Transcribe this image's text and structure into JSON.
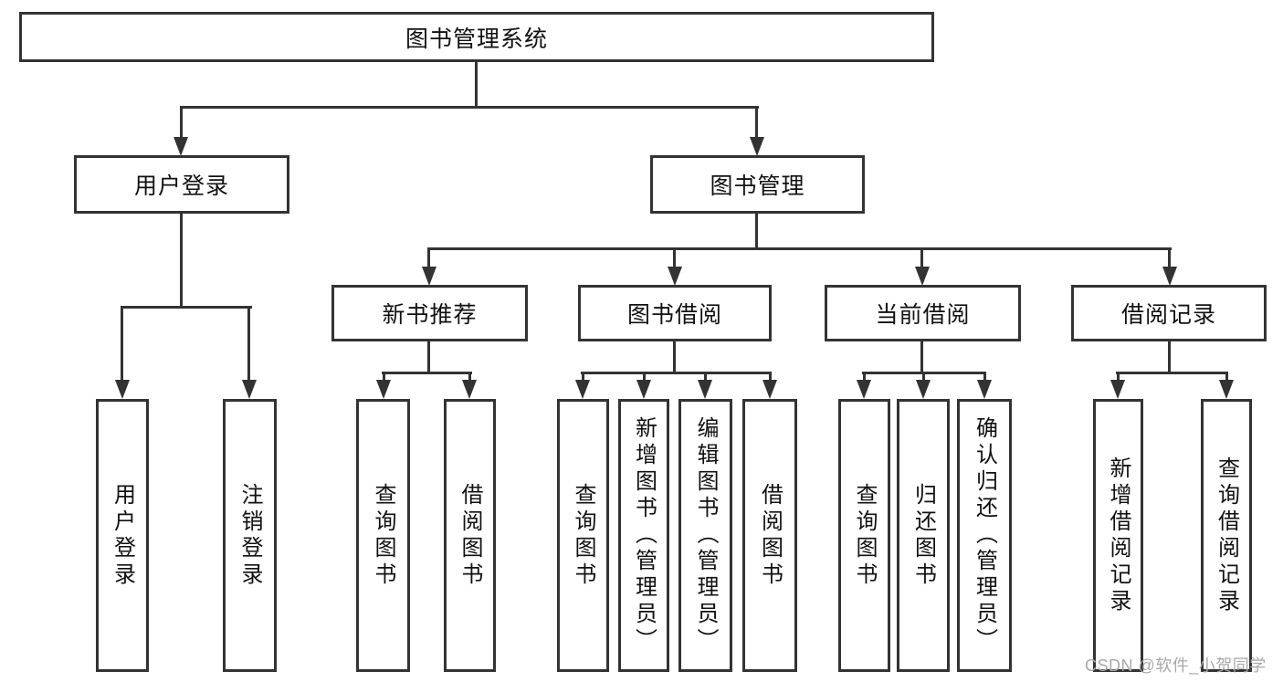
{
  "diagram": {
    "root": {
      "label": "图书管理系统"
    },
    "user_login": {
      "label": "用户登录",
      "children": [
        {
          "label": "用户登录"
        },
        {
          "label": "注销登录"
        }
      ]
    },
    "book_mgmt": {
      "label": "图书管理",
      "children": [
        {
          "label": "新书推荐",
          "children": [
            {
              "label": "查询图书"
            },
            {
              "label": "借阅图书"
            }
          ]
        },
        {
          "label": "图书借阅",
          "children": [
            {
              "label": "查询图书"
            },
            {
              "label": "新增图书（管理员）"
            },
            {
              "label": "编辑图书（管理员）"
            },
            {
              "label": "借阅图书"
            }
          ]
        },
        {
          "label": "当前借阅",
          "children": [
            {
              "label": "查询图书"
            },
            {
              "label": "归还图书"
            },
            {
              "label": "确认归还（管理员）"
            }
          ]
        },
        {
          "label": "借阅记录",
          "children": [
            {
              "label": "新增借阅记录"
            },
            {
              "label": "查询借阅记录"
            }
          ]
        }
      ]
    }
  },
  "watermark": {
    "text": "CSDN @软件_小贺同学",
    "color": "#a9a9a9"
  },
  "colors": {
    "line": "#333333",
    "text": "#111111",
    "box_fill": "#ffffff",
    "background": "#ffffff"
  }
}
